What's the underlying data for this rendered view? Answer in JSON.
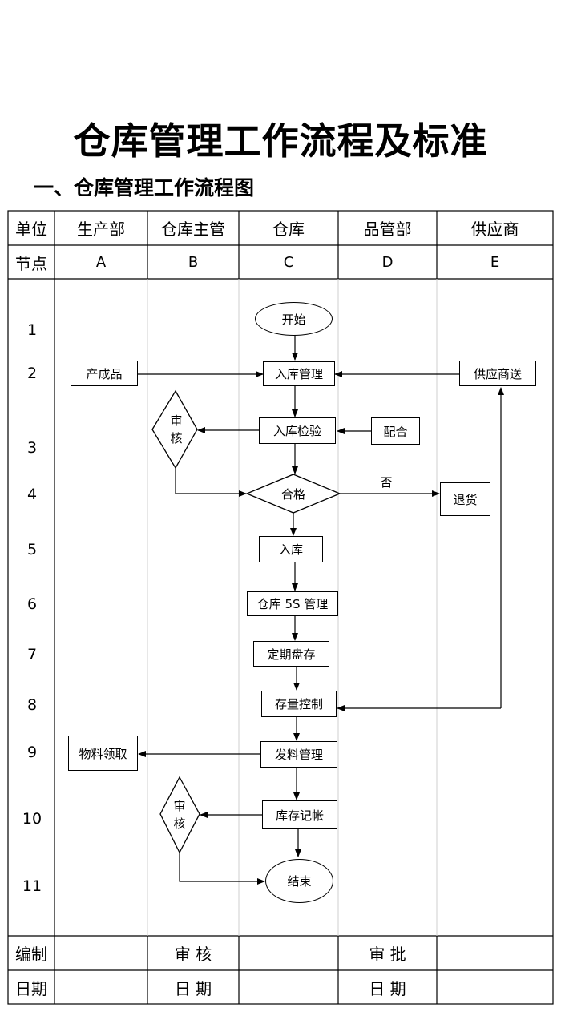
{
  "title": "仓库管理工作流程及标准",
  "subtitle": "一、仓库管理工作流程图",
  "header": {
    "unit_label": "单位",
    "node_label": "节点",
    "columns": [
      {
        "dept": "生产部",
        "code": "A"
      },
      {
        "dept": "仓库主管",
        "code": "B"
      },
      {
        "dept": "仓库",
        "code": "C"
      },
      {
        "dept": "品管部",
        "code": "D"
      },
      {
        "dept": "供应商",
        "code": "E"
      }
    ]
  },
  "row_numbers": [
    "1",
    "2",
    "3",
    "4",
    "5",
    "6",
    "7",
    "8",
    "9",
    "10",
    "11"
  ],
  "nodes": {
    "start": "开始",
    "finished_goods": "产成品",
    "inbound_mgmt": "入库管理",
    "supplier_delivery": "供应商送",
    "review_1": "审\n核",
    "inbound_inspection": "入库检验",
    "cooperate": "配合",
    "qualified": "合格",
    "no_label": "否",
    "return_goods": "退货",
    "store": "入库",
    "warehouse_5s": "仓库 5S 管理",
    "periodic_inventory": "定期盘存",
    "stock_control": "存量控制",
    "material_pickup": "物料领取",
    "issuing_mgmt": "发料管理",
    "review_2": "审\n核",
    "inventory_ledger": "库存记帐",
    "end": "结束"
  },
  "footer": {
    "prepared_by": "编制",
    "reviewed_by": "审 核",
    "approved_by": "审 批",
    "date": "日期",
    "date_spaced_1": "日 期",
    "date_spaced_2": "日 期"
  }
}
